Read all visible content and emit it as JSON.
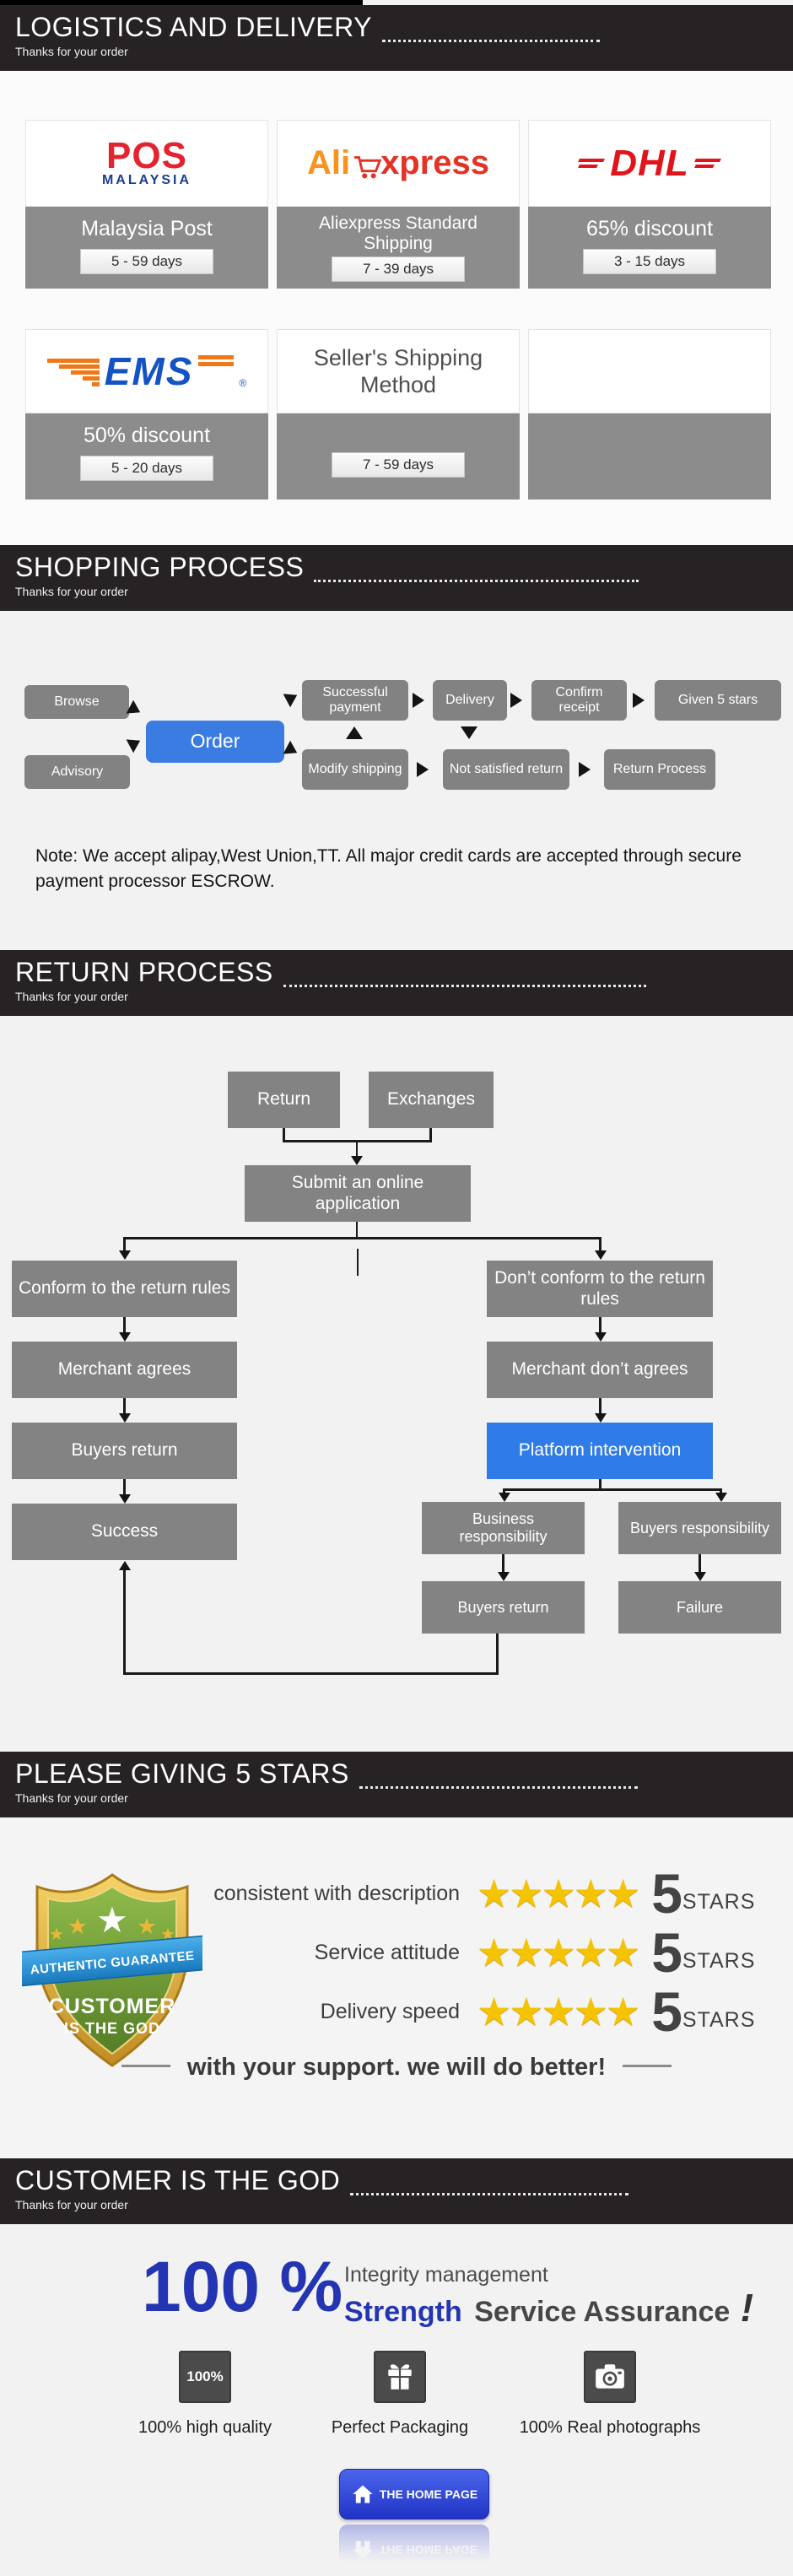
{
  "sections": {
    "logistics": {
      "title": "LOGISTICS AND DELIVERY",
      "subtitle": "Thanks for your order"
    },
    "shopping": {
      "title": "SHOPPING PROCESS",
      "subtitle": "Thanks for your order",
      "note": "Note: We accept alipay,West Union,TT. All major credit cards are accepted through secure payment processor ESCROW."
    },
    "return": {
      "title": "RETURN PROCESS",
      "subtitle": "Thanks for your order"
    },
    "stars": {
      "title": "PLEASE GIVING 5 STARS",
      "subtitle": "Thanks for your order",
      "tagline": "with your support. we will do better!"
    },
    "customer": {
      "title": "CUSTOMER IS THE GOD",
      "subtitle": "Thanks for your order"
    }
  },
  "logos": {
    "pos_word": "POS",
    "pos_sub": "MALAYSIA",
    "ali_prefix": "Ali",
    "ali_suffix": "xpress",
    "dhl": "DHL",
    "ems": "EMS",
    "ems_reg": "®"
  },
  "shipping": {
    "seller_method": "Seller's Shipping Method",
    "cards": [
      {
        "name": "Malaysia Post",
        "days": "5 - 59 days"
      },
      {
        "name": "Aliexpress Standard Shipping",
        "days": "7 - 39 days"
      },
      {
        "name": "65% discount",
        "days": "3 - 15 days"
      },
      {
        "name": "50% discount",
        "days": "5 - 20 days"
      },
      {
        "name": "",
        "days": "7 - 59 days"
      },
      {
        "name": "",
        "days": ""
      }
    ]
  },
  "shopping_flow": {
    "browse": "Browse",
    "advisory": "Advisory",
    "order": "Order",
    "successful_payment": "Successful payment",
    "delivery": "Delivery",
    "confirm_receipt": "Confirm receipt",
    "given_5_stars": "Given 5 stars",
    "modify_shipping": "Modify shipping",
    "not_satisfied_return": "Not satisfied return",
    "return_process": "Return Process"
  },
  "return_flow": {
    "return_box": "Return",
    "exchanges": "Exchanges",
    "submit": "Submit an online application",
    "conform": "Conform to the return rules",
    "dont_conform": "Don’t conform to the return rules",
    "merchant_agrees": "Merchant agrees",
    "merchant_dont_agrees": "Merchant don’t agrees",
    "buyers_return": "Buyers return",
    "platform_intervention": "Platform intervention",
    "success": "Success",
    "business_responsibility": "Business responsibility",
    "buyers_responsibility": "Buyers responsibility",
    "buyers_return_2": "Buyers return",
    "failure": "Failure"
  },
  "ratings": {
    "badge": {
      "ribbon": "AUTHENTIC GUARANTEE",
      "line1": "CUSTOMER",
      "line2": "IS THE GOD"
    },
    "rows": [
      {
        "label": "consistent with description",
        "stars": "★★★★★",
        "score": "5",
        "unit": "STARS"
      },
      {
        "label": "Service attitude",
        "stars": "★★★★★",
        "score": "5",
        "unit": "STARS"
      },
      {
        "label": "Delivery speed",
        "stars": "★★★★★",
        "score": "5",
        "unit": "STARS"
      }
    ]
  },
  "guarantee": {
    "percent": "100 %",
    "integrity": "Integrity management",
    "strength": "Strength",
    "assurance": "Service Assurance",
    "bang": "!",
    "items": [
      {
        "badge": "100%",
        "label": "100% high quality"
      },
      {
        "badge": "",
        "label": "Perfect Packaging"
      },
      {
        "badge": "",
        "label": "100% Real photographs"
      }
    ],
    "home_button": "THE HOME PAGE"
  },
  "colors": {
    "band_dark": "#272324",
    "box_gray": "#828282",
    "order_blue": "#3b7ce2",
    "platform_blue": "#2f7be8",
    "star_gold": "#f5c400",
    "brand_blue": "#2335b2",
    "button_blue": "#2033c4",
    "pos_red": "#e32330",
    "dhl_red": "#e0151b",
    "ems_blue": "#1353c4",
    "ems_orange": "#f07818",
    "ali_orange": "#f7931e",
    "ali_red": "#e43225"
  }
}
